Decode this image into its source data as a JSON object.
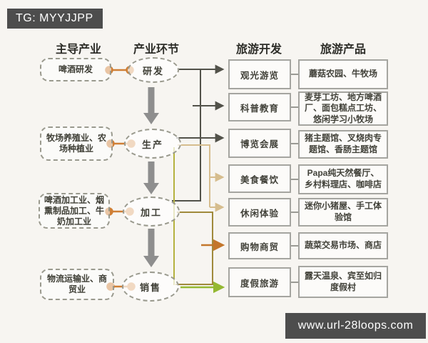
{
  "watermarks": {
    "header": "TG: MYYJJPP",
    "footer": "www.url-28loops.com"
  },
  "column_headers": {
    "lead": "主导产业",
    "stage": "产业环节",
    "dev": "旅游开发",
    "product": "旅游产品"
  },
  "lead_industries": [
    "啤酒研发",
    "牧场养殖业、农场种植业",
    "啤酒加工业、烟熏制品加工、牛奶加工业",
    "物流运输业、商贸业"
  ],
  "stages": [
    "研发",
    "生产",
    "加工",
    "销售"
  ],
  "dev_items": [
    "观光游览",
    "科普教育",
    "博览会展",
    "美食餐饮",
    "休闲体验",
    "购物商贸",
    "度假旅游"
  ],
  "products": [
    "蘑菇农园、牛牧场",
    "麦芽工坊、地方啤酒厂、面包糕点工坊、悠闲学习小牧场",
    "猪主题馆、叉烧肉专题馆、香肠主题馆",
    "Papa纯天然餐厅、乡村料理店、咖啡店",
    "迷你小猪屋、手工体验馆",
    "蔬菜交易市场、商店",
    "露天温泉、宾至如归度假村"
  ],
  "colors": {
    "badge_bg": "#4d4d4d",
    "badge_text": "#ffffff",
    "box_border_dashed": "#9a9a8e",
    "box_border_solid": "#a5a5a0",
    "block_arrow": "#8e8e8e",
    "connector_dark": "#52524a",
    "connector_tan": "#d6bd8e",
    "connector_olive": "#b5b23f",
    "connector_brown": "#a08a3c",
    "connector_orange": "#c3762b",
    "connector_green": "#94b832",
    "dot_orange": "#cf7f35"
  }
}
